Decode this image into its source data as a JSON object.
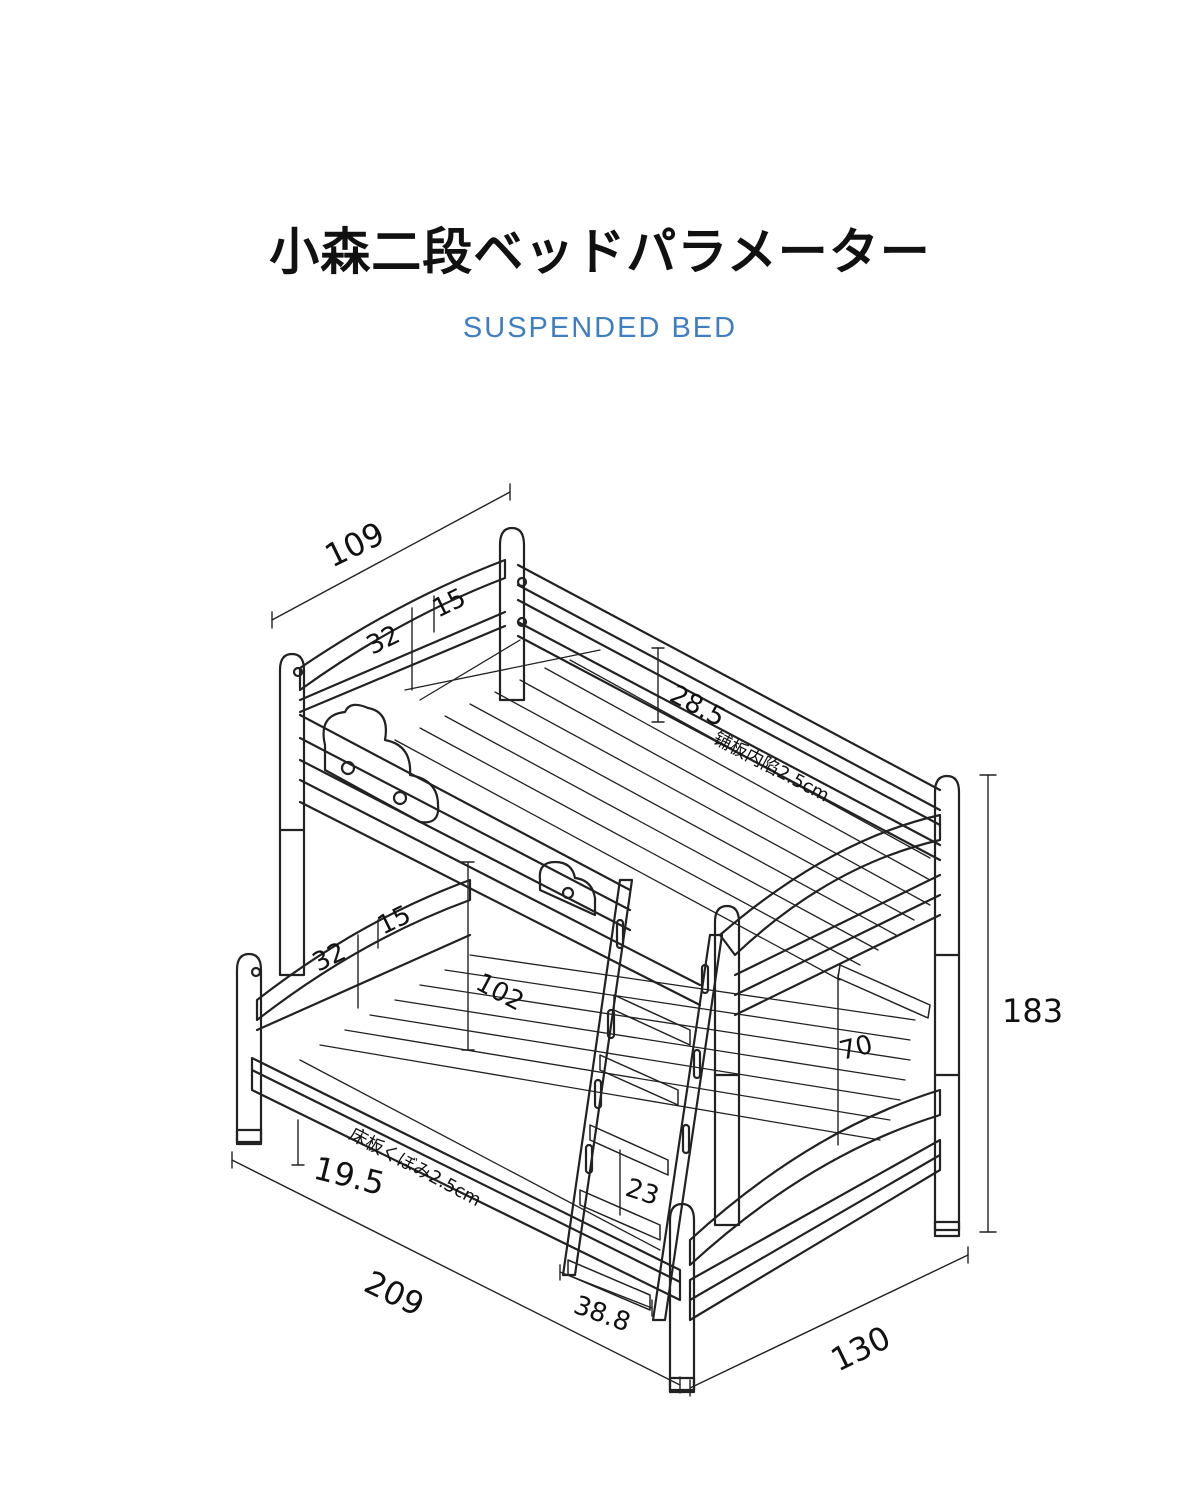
{
  "header": {
    "title": "小森二段ベッドパラメーター",
    "subtitle": "SUSPENDED BED"
  },
  "dimensions": {
    "top_width": "109",
    "top_rail_height_left": "32",
    "top_rail_height_right": "15",
    "top_guard_height": "28.5",
    "top_slat_note": "铺板内陷2.5cm",
    "total_height": "183",
    "bottom_rail_height_left": "32",
    "bottom_rail_height_right": "15",
    "clearance": "102",
    "under_clearance": "70",
    "leg_height": "19.5",
    "bottom_slat_note": "床板くぼみ2.5cm",
    "step_spacing": "23",
    "ladder_width": "38.8",
    "length": "209",
    "width": "130"
  },
  "colors": {
    "subtitle": "#3f7fc1",
    "line": "#222222"
  }
}
